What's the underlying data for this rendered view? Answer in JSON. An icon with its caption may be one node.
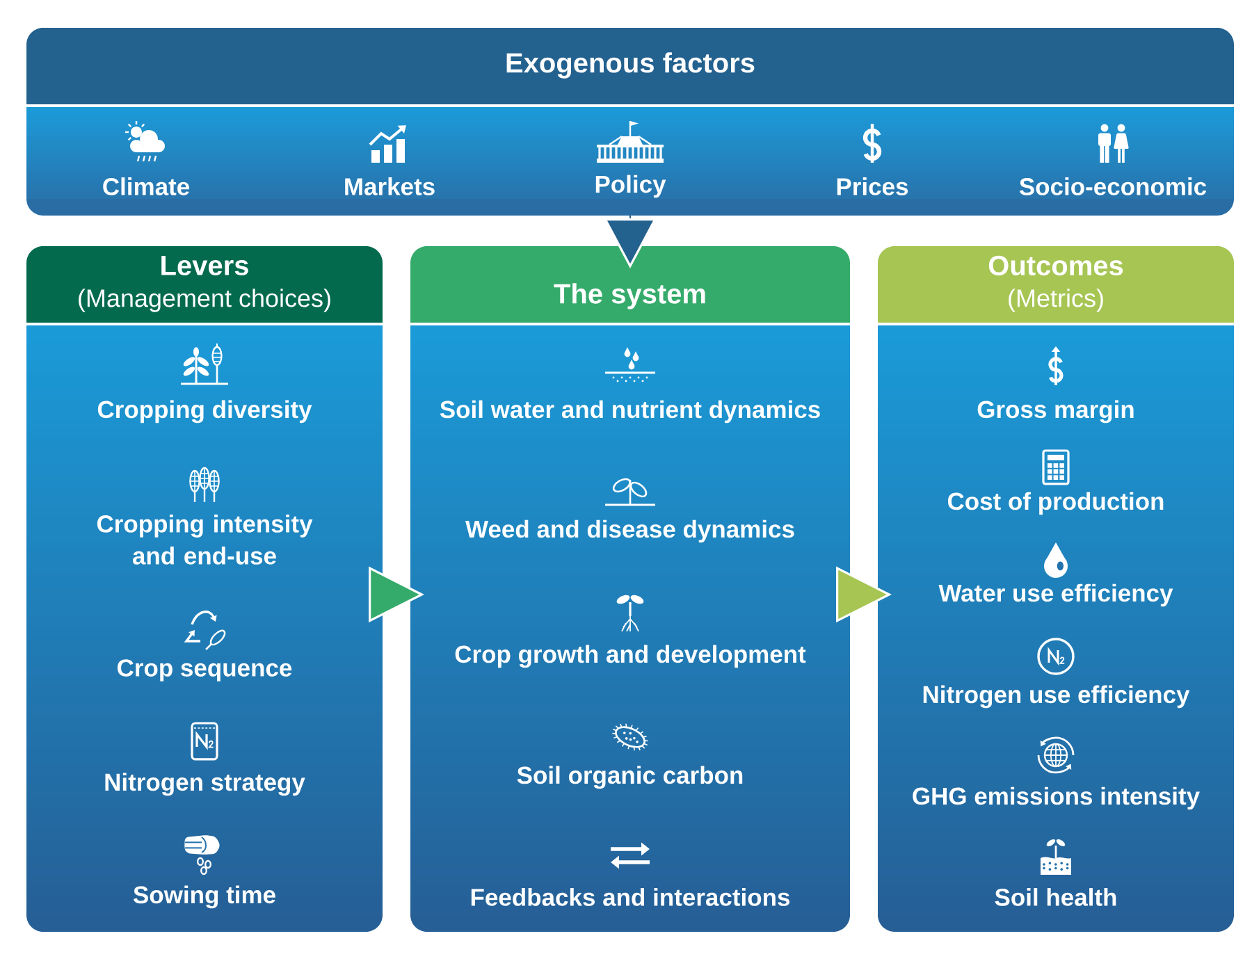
{
  "diagram": {
    "nodes": [
      {
        "text": [
          "Exogenous factors",
          "Climate",
          "Markets",
          "Policy",
          "Prices",
          "Socio-economic"
        ]
      },
      {
        "text": [
          "Levers",
          "(Management choices)",
          "Cropping diversity",
          "Cropping intensity and end-use",
          "Crop sequence",
          "Nitrogen strategy",
          "Sowing time"
        ]
      },
      {
        "text": [
          "The system",
          "Soil water and nutrient dynamics",
          "Weed and disease dynamics",
          "Crop growth and development",
          "Soil organic carbon",
          "Feedbacks and interactions"
        ]
      },
      {
        "text": [
          "Outcomes",
          "(Metrics)",
          "Gross margin",
          "Cost of production",
          "Water use efficiency",
          "Nitrogen use efficiency",
          "GHG emissions intensity",
          "Soil health"
        ]
      }
    ],
    "edges": [
      {
        "from": 0,
        "to": 2,
        "arrow": "to",
        "color": "#23618f"
      },
      {
        "from": 1,
        "to": 2,
        "arrow": "to",
        "color": "#35ab6b"
      },
      {
        "from": 2,
        "to": 3,
        "arrow": "to",
        "color": "#a6c553"
      }
    ]
  }
}
